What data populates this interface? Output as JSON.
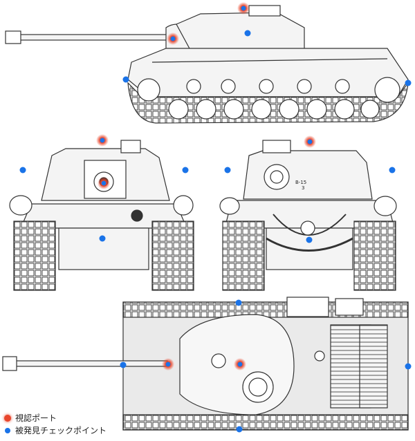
{
  "colors": {
    "vision_port": "#e8452c",
    "checkpoint": "#1a73e8",
    "line": "#333333",
    "fill": "#f3f3f3"
  },
  "legend": {
    "vision_port_label": "視認ポート",
    "checkpoint_label": "被発見チェックポイント"
  },
  "turret_marking": {
    "code": "B-15",
    "number": "3"
  },
  "views": [
    "side-view",
    "front-view",
    "rear-view",
    "top-view"
  ]
}
